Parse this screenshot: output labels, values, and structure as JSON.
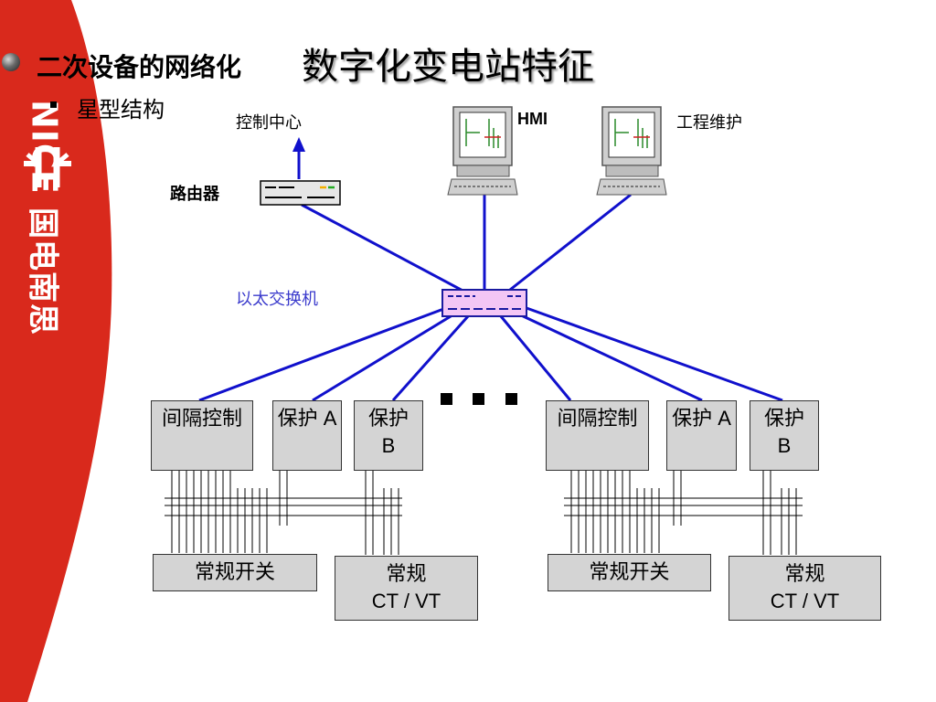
{
  "slide": {
    "title": "二次设备的网络化",
    "title_accent": "数字化变电站特征",
    "subtitle": "星型结构"
  },
  "brand": {
    "name": "NICE",
    "chinese": "国电南思"
  },
  "diagram": {
    "control_center": "控制中心",
    "router": "路由器",
    "hmi": "HMI",
    "engineering": "工程维护",
    "switch": "以太交换机",
    "bay_control": "间隔控制",
    "protection_a": "保护 A",
    "protection_b_line1": "保护",
    "protection_b_line2": "B",
    "switchgear": "常规开关",
    "ctvt_line1": "常规",
    "ctvt_line2": "CT / VT"
  },
  "colors": {
    "link_line": "#1010cc",
    "switch_fill": "#f3c6f5",
    "device_fill": "#d4d4d4",
    "brand_red": "#d9291c"
  },
  "icons": {
    "router": "router-icon",
    "switch": "ethernet-switch-icon",
    "workstation": "computer-workstation-icon",
    "arrow": "arrow-up-icon"
  }
}
